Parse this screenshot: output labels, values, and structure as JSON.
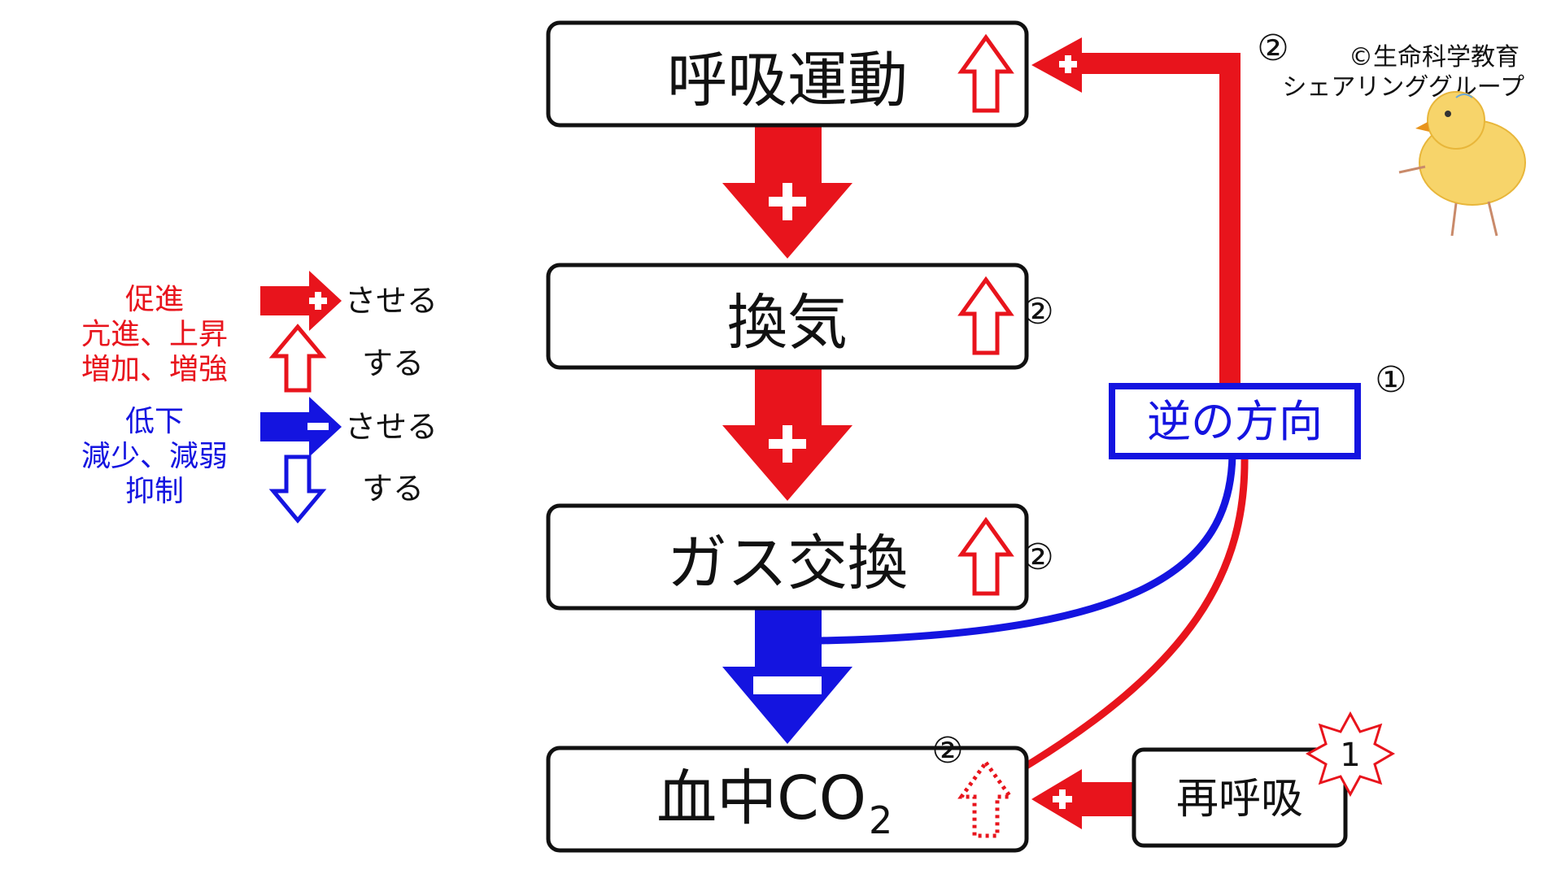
{
  "colors": {
    "red": "#e8141c",
    "blue": "#1414e0",
    "box_border": "#111111",
    "box_fill": "#ffffff"
  },
  "boxes": {
    "respiratory_movement": "呼吸運動",
    "ventilation": "換気",
    "gas_exchange": "ガス交換",
    "blood_co2_main": "血中CO",
    "blood_co2_sub": "2",
    "rebreathing": "再呼吸",
    "reverse_direction": "逆の方向"
  },
  "markers": {
    "circled_one": "①",
    "circled_two": "②",
    "star_one": "1"
  },
  "credit": {
    "line1": "©生命科学教育",
    "line2": "シェアリンググループ"
  },
  "legend": {
    "promote": "促進",
    "increase_1": "亢進、上昇",
    "increase_2": "増加、増強",
    "decrease_1": "低下",
    "decrease_2": "減少、減弱",
    "decrease_3": "抑制",
    "make_do_red": "させる",
    "do_red": "する",
    "make_do_blue": "させる",
    "do_blue": "する"
  }
}
